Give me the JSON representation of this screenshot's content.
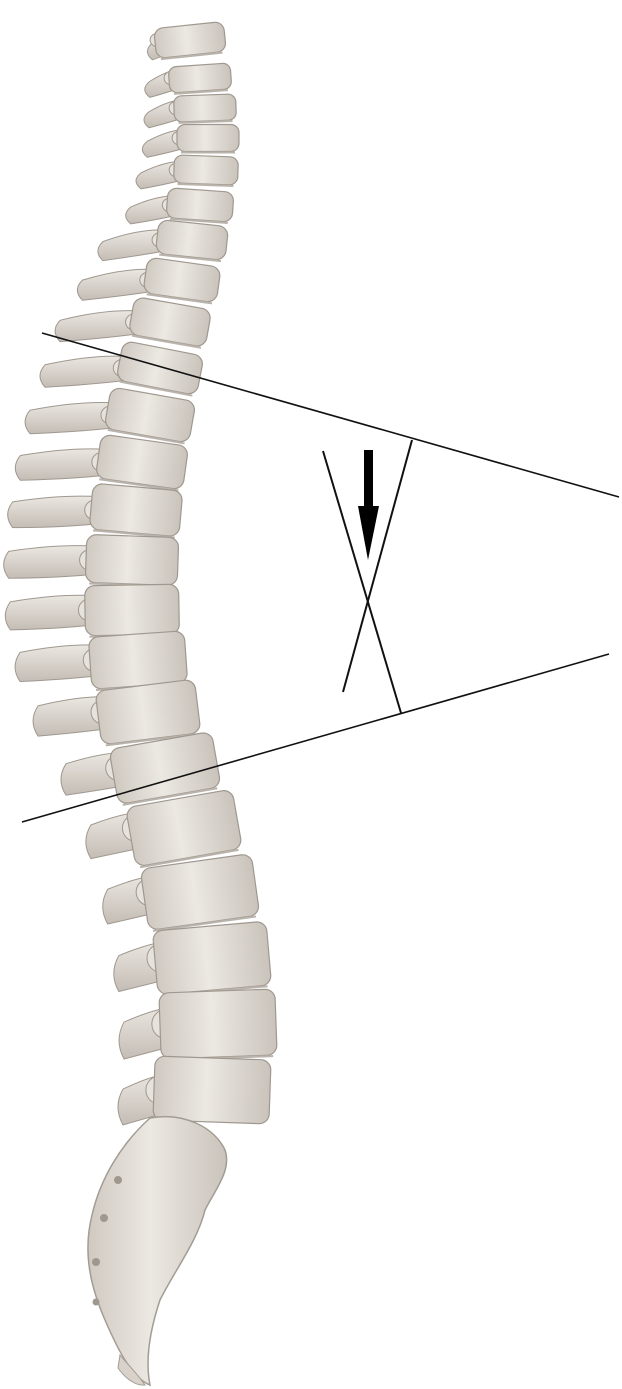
{
  "figure": {
    "subject": "spine-lateral-view",
    "colors": {
      "background": "#ffffff",
      "bone": "#e6e2dc",
      "bone_shadow": "#b9b3ab",
      "bone_edge": "#9f988f",
      "line": "#111111",
      "arrow": "#000000"
    },
    "annotation": {
      "kind": "angle-measurement",
      "direction_arrow": "down"
    }
  }
}
